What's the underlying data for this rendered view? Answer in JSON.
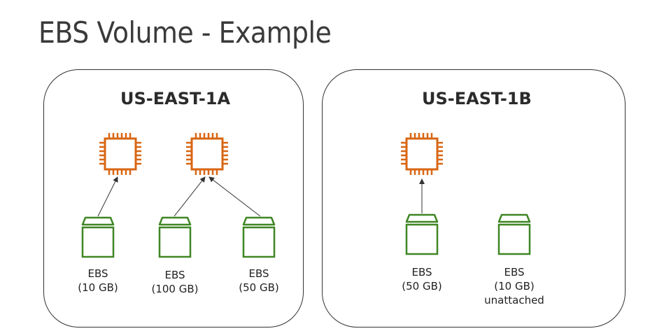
{
  "title": "EBS Volume - Example",
  "zones": {
    "left": {
      "title": "US-EAST-1A"
    },
    "right": {
      "title": "US-EAST-1B"
    }
  },
  "volumes": [
    {
      "name": "EBS",
      "size": "(10 GB)",
      "status": ""
    },
    {
      "name": "EBS",
      "size": "(100 GB)",
      "status": ""
    },
    {
      "name": "EBS",
      "size": "(50 GB)",
      "status": ""
    },
    {
      "name": "EBS",
      "size": "(50 GB)",
      "status": ""
    },
    {
      "name": "EBS",
      "size": "(10 GB)",
      "status": "unattached"
    }
  ],
  "icons": {
    "instance": "ec2-instance-chip-icon",
    "volume": "ebs-volume-icon"
  },
  "colors": {
    "instance": "#d86613",
    "volume": "#3f8624",
    "border": "#333333"
  }
}
